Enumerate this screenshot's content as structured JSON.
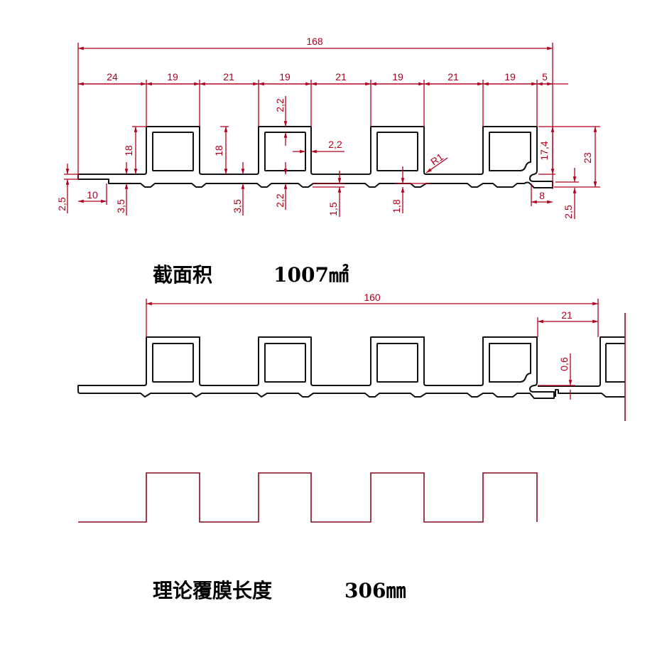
{
  "drawing_top": {
    "overall_width": "168",
    "segments": [
      "24",
      "19",
      "21",
      "19",
      "21",
      "19",
      "21",
      "19",
      "5"
    ],
    "rib_height_left": "18",
    "rib_height_mid": "18",
    "wall_top": "2,2",
    "wall_side": "2,2",
    "wall_bottom": "2,2",
    "base_left": "3,5",
    "base_mid": "3,5",
    "strip_thickness": "2,5",
    "strip_width": "10",
    "groove_depth": "1,5",
    "groove_depth_2": "1,8",
    "radius": "R1",
    "inner_height": "17,4",
    "total_height": "23",
    "tongue_width": "8",
    "tongue_thickness": "2,5"
  },
  "section_area": {
    "label": "截面积",
    "value": "1007㎟"
  },
  "drawing_assembly": {
    "effective_width": "160",
    "overlap": "21",
    "gap": "0,6"
  },
  "film_length": {
    "label": "理论覆膜长度",
    "value": "306㎜"
  }
}
